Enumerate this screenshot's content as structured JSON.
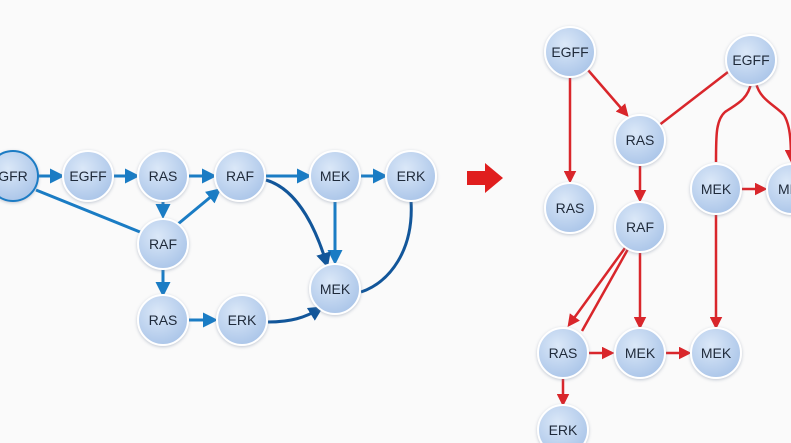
{
  "colors": {
    "left_edge": "#1a7cc4",
    "left_edge_dark": "#12569a",
    "right_edge": "#d9262b",
    "transition_arrow": "#e01e1e",
    "node_fill": "#bcd2ee",
    "node_stroke": "#ffffff"
  },
  "left_graph": {
    "nodes": [
      {
        "id": "l_gfr",
        "label": "GFR"
      },
      {
        "id": "l_egff",
        "label": "EGFF"
      },
      {
        "id": "l_ras1",
        "label": "RAS"
      },
      {
        "id": "l_raf1",
        "label": "RAF"
      },
      {
        "id": "l_mek1",
        "label": "MEK"
      },
      {
        "id": "l_erk1",
        "label": "ERK"
      },
      {
        "id": "l_raf2",
        "label": "RAF"
      },
      {
        "id": "l_mek2",
        "label": "MEK"
      },
      {
        "id": "l_ras2",
        "label": "RAS"
      },
      {
        "id": "l_erk2",
        "label": "ERK"
      }
    ]
  },
  "right_graph": {
    "nodes": [
      {
        "id": "r_egff1",
        "label": "EGFF"
      },
      {
        "id": "r_egff2",
        "label": "EGFF"
      },
      {
        "id": "r_ras1",
        "label": "RAS"
      },
      {
        "id": "r_ras2",
        "label": "RAS"
      },
      {
        "id": "r_mek1",
        "label": "MEK"
      },
      {
        "id": "r_me_cut",
        "label": "ME"
      },
      {
        "id": "r_raf",
        "label": "RAF"
      },
      {
        "id": "r_ras3",
        "label": "RAS"
      },
      {
        "id": "r_mek2",
        "label": "MEK"
      },
      {
        "id": "r_mek3",
        "label": "MEK"
      },
      {
        "id": "r_erk",
        "label": "ERK"
      }
    ]
  }
}
